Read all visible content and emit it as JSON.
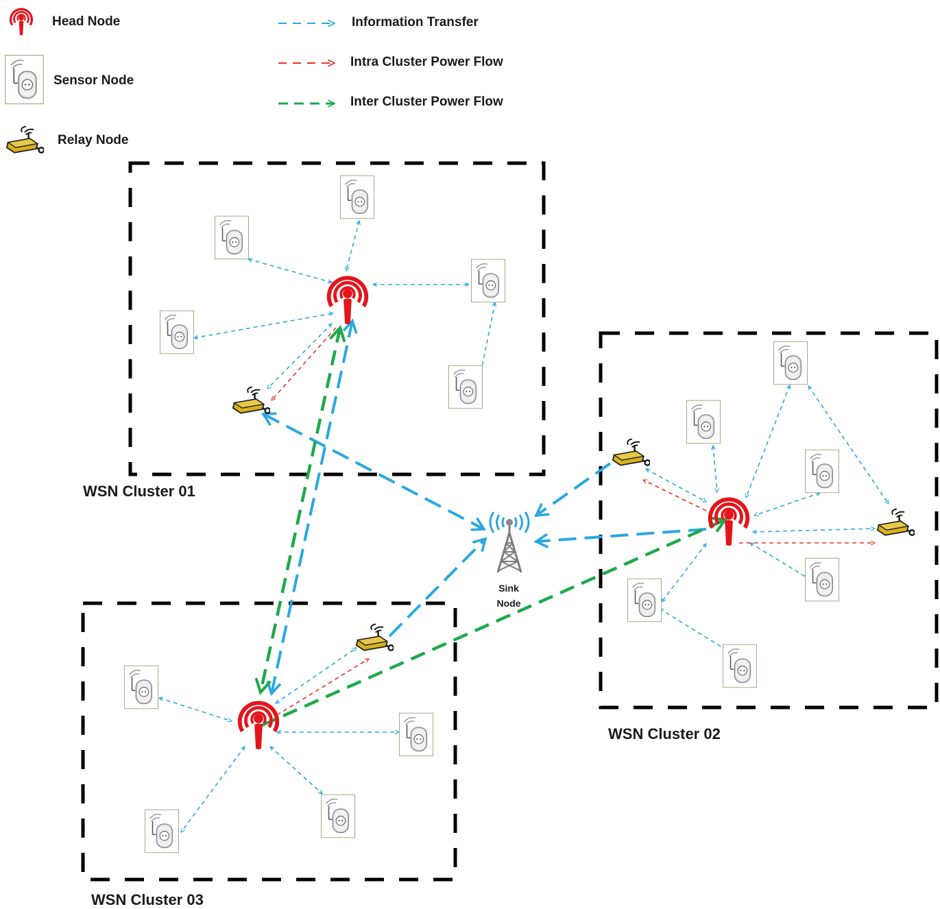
{
  "legend": {
    "head_node": "Head Node",
    "sensor_node": "Sensor Node",
    "relay_node": "Relay Node",
    "information_transfer": "Information Transfer",
    "intra_cluster_power_flow": "Intra Cluster Power Flow",
    "inter_cluster_power_flow": "Inter Cluster Power Flow"
  },
  "clusters": [
    {
      "label": "WSN Cluster 01"
    },
    {
      "label": "WSN Cluster 02"
    },
    {
      "label": "WSN Cluster 03"
    }
  ],
  "sink": {
    "line1": "Sink",
    "line2": "Node"
  },
  "colors": {
    "information_transfer": "#29a8e0",
    "intra_cluster_power_flow": "#e8302a",
    "inter_cluster_power_flow": "#1fa84a",
    "head_node": "#e5141b",
    "relay_node": "#d9b21c",
    "cluster_border": "#000000"
  },
  "icons": {
    "head_node": "radio-tower-red-icon",
    "sensor_node": "wireless-sensor-plug-icon",
    "relay_node": "relay-router-icon",
    "sink_node": "antenna-tower-icon"
  }
}
